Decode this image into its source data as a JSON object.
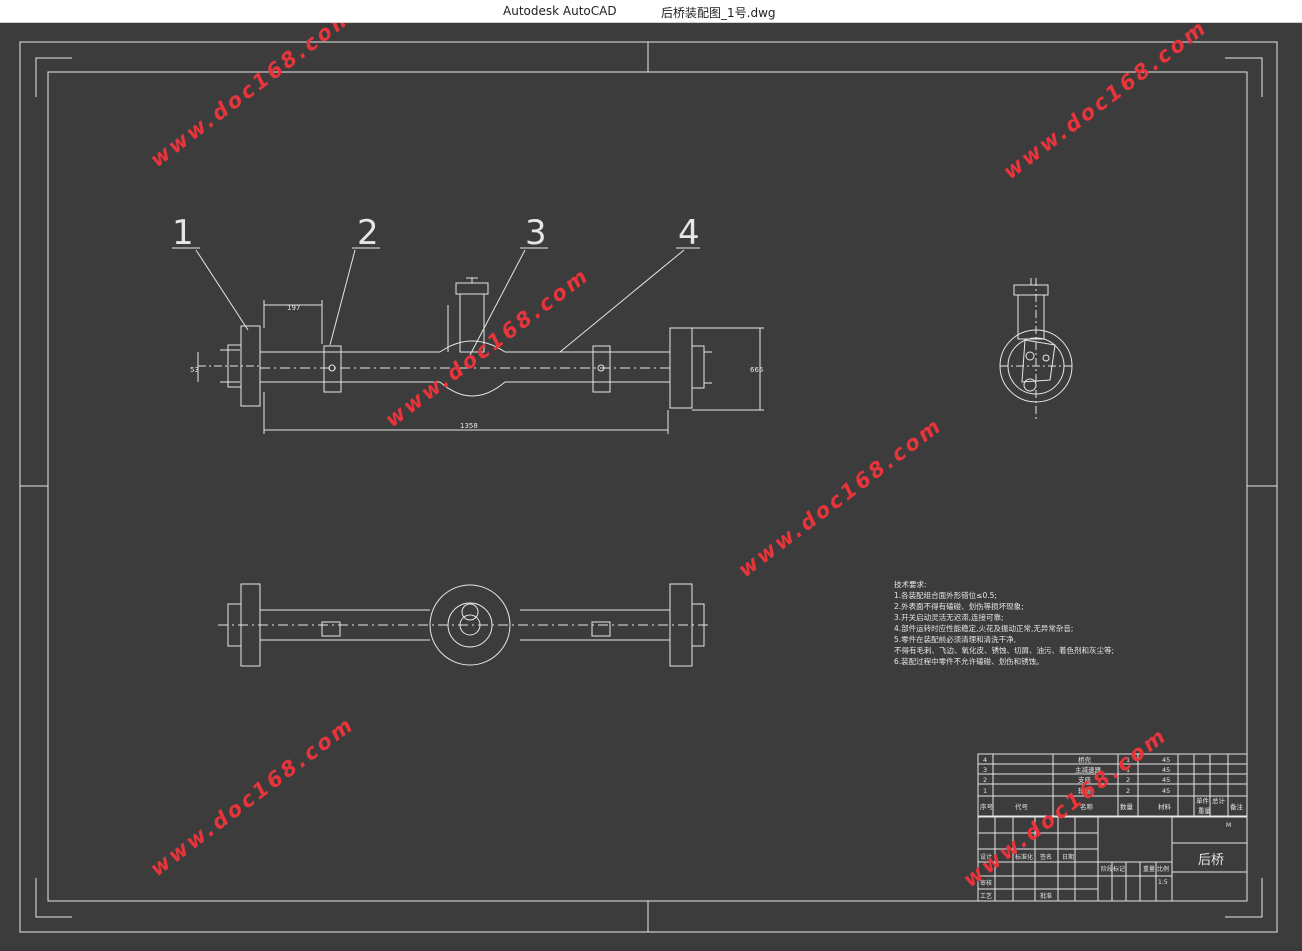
{
  "window": {
    "app_name": "Autodesk AutoCAD",
    "file_name": "后桥装配图_1号.dwg"
  },
  "drawing": {
    "balloons": [
      "1",
      "2",
      "3",
      "4"
    ],
    "dims": {
      "d197": "197",
      "d53": "53",
      "d1358": "1358",
      "d665": "665"
    }
  },
  "tech_requirements": {
    "title": "技术要求:",
    "lines": [
      "1.各装配组合面外形错位≤0.5;",
      "2.外表面不得有磕碰、划伤等损坏现象;",
      "3.开关启动灵活无迟滞,连接可靠;",
      "4.部件运转时应性能稳定,火花及振动正常,无异常杂音;",
      "5.零件在装配前必须清理和清洗干净,",
      "不得有毛刺、飞边、氧化皮、锈蚀、切屑、油污、着色剂和灰尘等;",
      "6.装配过程中零件不允许磕碰、划伤和锈蚀。"
    ]
  },
  "bom": {
    "rows": [
      {
        "no": "4",
        "name": "桥壳",
        "qty": "1",
        "mat": "45"
      },
      {
        "no": "3",
        "name": "主减速器",
        "qty": "1",
        "mat": "45"
      },
      {
        "no": "2",
        "name": "支座",
        "qty": "2",
        "mat": "45"
      },
      {
        "no": "1",
        "name": "轮毂",
        "qty": "2",
        "mat": "45"
      }
    ],
    "header": {
      "no": "序号",
      "code": "代号",
      "name": "名称",
      "qty": "数量",
      "mat": "材料",
      "single": "单件",
      "total": "总计",
      "weight": "重量",
      "remark": "备注"
    }
  },
  "title_block": {
    "drawing_title": "后桥",
    "mark": "M",
    "ratio_label": "阶段标记",
    "weight_label": "重量",
    "scale_label": "比例",
    "ratio_value": "1:5",
    "design": "设计",
    "check": "审核",
    "process": "工艺",
    "approve": "批准",
    "standard": "标准化",
    "sign": "签名",
    "date": "日期"
  },
  "watermark": "www.doc168.com"
}
